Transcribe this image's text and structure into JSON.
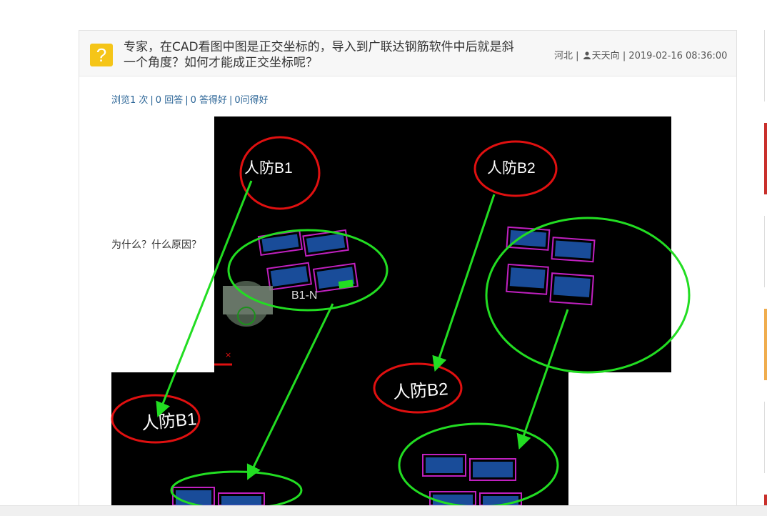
{
  "question": {
    "title": "专家，在CAD看图中图是正交坐标的，导入到广联达钢筋软件中后就是斜一个角度？如何才能成正交坐标呢？",
    "region": "河北",
    "author": "天天向",
    "datetime": "2019-02-16 08:36:00",
    "body_text": "为什么？什么原因？"
  },
  "stats": {
    "views": "浏览1 次",
    "answers": "0 回答",
    "helpful_answers": "0 答得好",
    "helpful_questions": "0问得好"
  },
  "image_labels": {
    "top_b1": "人防B1",
    "top_b2": "人防B2",
    "bottom_b1": "人防B1",
    "bottom_b2": "人防B2",
    "b1n_text": "B1-N"
  },
  "colors": {
    "accent_yellow": "#f5c518",
    "link_blue": "#2a6496",
    "annot_red": "#e01010",
    "annot_green": "#22dd22",
    "rail_red": "#c9302c",
    "rail_orange": "#f0ad4e"
  },
  "icons": {
    "question": "question-mark-icon",
    "person": "person-icon"
  }
}
